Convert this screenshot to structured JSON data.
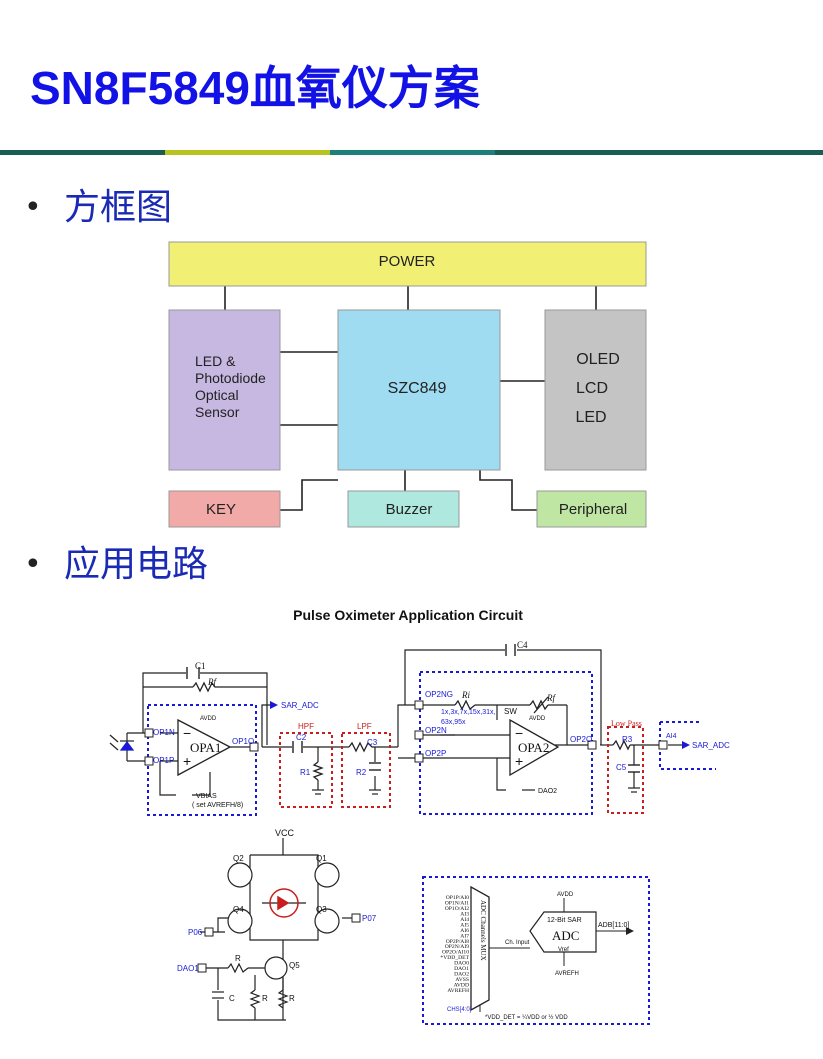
{
  "slide": {
    "title": "SN8F5849血氧仪方案",
    "bullets": [
      "方框图",
      "应用电路"
    ],
    "rule_colors": [
      "#1a5e52",
      "#b7c31e",
      "#1c7f78",
      "#1a5e52"
    ]
  },
  "block_diagram": {
    "power": "POWER",
    "sensor_lines": [
      "LED &",
      "Photodiode",
      "Optical",
      "Sensor"
    ],
    "mcu": "SZC849",
    "display_lines": [
      "OLED",
      "LCD",
      "LED"
    ],
    "key": "KEY",
    "buzzer": "Buzzer",
    "peripheral": "Peripheral",
    "colors": {
      "power": "#f2ef75",
      "sensor": "#c7b8e2",
      "mcu": "#9fdcf2",
      "display": "#c4c4c4",
      "key": "#f1aaa8",
      "buzzer": "#aee8de",
      "peripheral": "#bfe7a3"
    }
  },
  "circuit": {
    "title": "Pulse Oximeter Application Circuit",
    "labels": {
      "c1": "C1",
      "rf": "Rf",
      "sar_adc_top": "SAR_ADC",
      "op1n": "OP1N",
      "op1p": "OP1P",
      "avdd_1": "AVDD",
      "opa1": "OPA1",
      "op1o": "OP1O",
      "vbias": "VBIAS",
      "set_avrefh": "( set AVREFH/8)",
      "hpf": "HPF",
      "c2": "C2",
      "r1": "R1",
      "lpf": "LPF",
      "c3": "C3",
      "r2": "R2",
      "c4": "C4",
      "op2ng": "OP2NG",
      "ri": "Ri",
      "rf2": "Rf",
      "gain_1": "1x,3x,7x,15x,31x,",
      "gain_2": "63x,95x",
      "sw": "SW",
      "avdd_2": "AVDD",
      "op2n": "OP2N",
      "op2p": "OP2P",
      "opa2": "OPA2",
      "op2o": "OP2O",
      "dao2": "DAO2",
      "low_pass": "Low Pass",
      "r3": "R3",
      "c5": "C5",
      "ai4": "AI4",
      "sar_adc_out": "SAR_ADC"
    },
    "driver": {
      "vcc": "VCC",
      "q1": "Q1",
      "q2": "Q2",
      "q3": "Q3",
      "q4": "Q4",
      "q5": "Q5",
      "p06": "P06",
      "p07": "P07",
      "dao1": "DAO1",
      "r_base": "R",
      "c": "C",
      "r_a": "R",
      "r_b": "R"
    },
    "adc": {
      "mux": "ADC Channels MUX",
      "inputs": [
        "OP1P/AI0",
        "OP1N/AI1",
        "OP1O/AI2",
        "AI3",
        "AI4",
        "AI5",
        "AI6",
        "AI7",
        "OP2P/AI8",
        "OP2N/AI9",
        "OP2O/AI10",
        "*VDD_DET",
        "DAO0",
        "DAO1",
        "DAO2",
        "AVSS",
        "AVDD",
        "AVREFH"
      ],
      "ch_input": "Ch. Input",
      "avdd": "AVDD",
      "bits": "12-Bit SAR",
      "adc": "ADC",
      "vref": "Vref",
      "avrefh": "AVREFH",
      "output": "ADB[11:0]",
      "chs": "CHS[4:0]",
      "note": "*VDD_DET = ¼VDD or ½ VDD"
    }
  }
}
